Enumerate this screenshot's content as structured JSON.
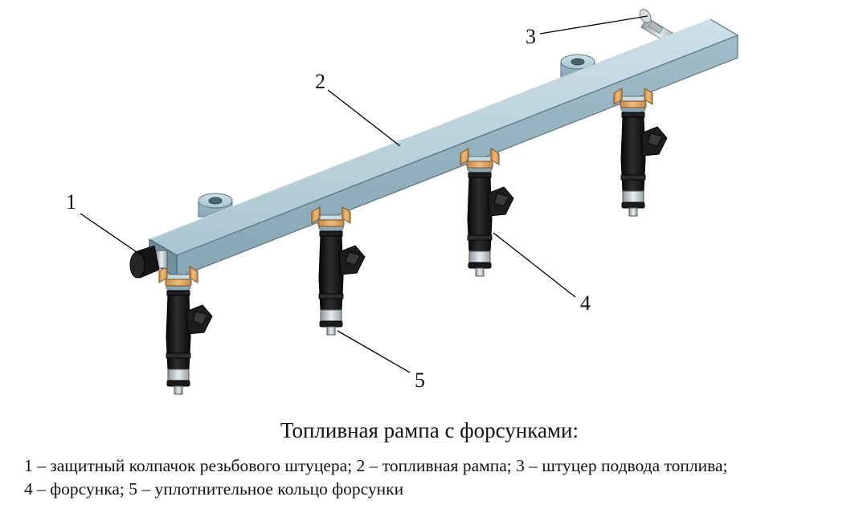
{
  "figure": {
    "callouts": [
      {
        "id": "1",
        "label": "1"
      },
      {
        "id": "2",
        "label": "2"
      },
      {
        "id": "3",
        "label": "3"
      },
      {
        "id": "4",
        "label": "4"
      },
      {
        "id": "5",
        "label": "5"
      }
    ],
    "colors": {
      "rail_top": "#b9d2dc",
      "rail_front": "#94b3c0",
      "rail_end": "#6f8f9c",
      "injector_body": "#151515",
      "clip": "#e0a25a",
      "cap": "#141414",
      "metal": "#c9d1d6"
    }
  },
  "caption": {
    "title": "Топливная рампа с форсунками:",
    "legend_line1": "1 – защитный колпачок резьбового штуцера; 2 – топливная рампа; 3 – штуцер подвода топлива;",
    "legend_line2": "4 – форсунка; 5 – уплотнительное кольцо форсунки"
  }
}
